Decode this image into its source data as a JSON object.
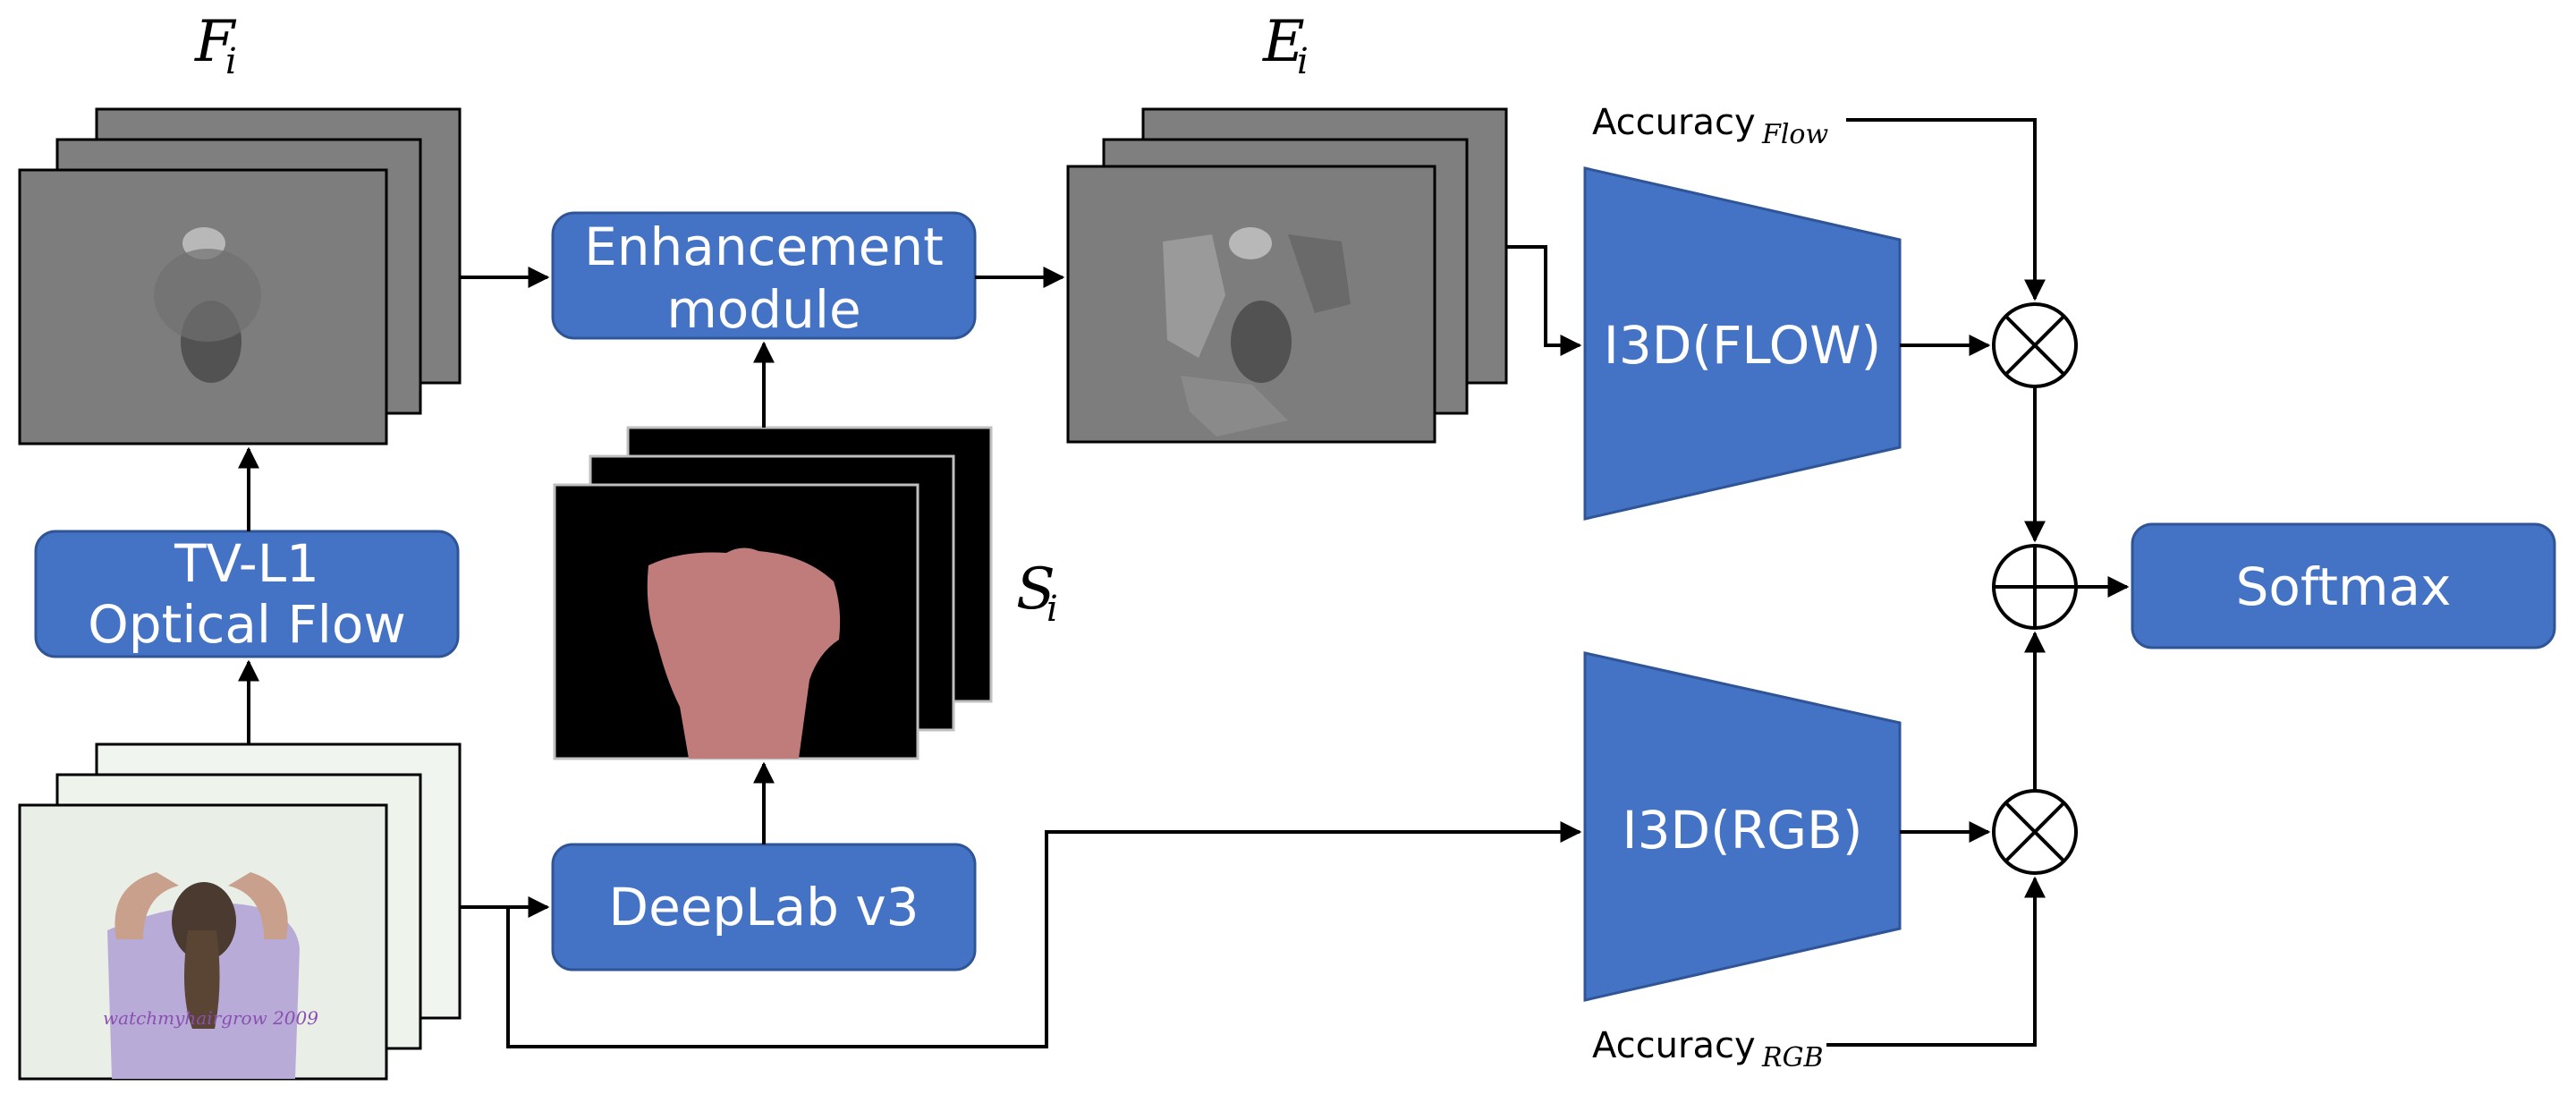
{
  "colors": {
    "box_fill": "#4472c4",
    "box_stroke": "#2f5597",
    "flow_frame": "#7f7f7f",
    "mask_color": "#c07b7b"
  },
  "labels": {
    "flow_frames": {
      "symbol": "F",
      "subscript": "i"
    },
    "enhanced_frames": {
      "symbol": "E",
      "subscript": "i"
    },
    "segmentation_frames": {
      "symbol": "S",
      "subscript": "i"
    }
  },
  "boxes": {
    "enhancement": {
      "line1": "Enhancement",
      "line2": "module"
    },
    "tvl1": {
      "line1": "TV-L1",
      "line2": "Optical Flow"
    },
    "deeplab": {
      "label": "DeepLab v3"
    },
    "softmax": {
      "label": "Softmax"
    },
    "i3d_flow": {
      "label": "I3D(FLOW)"
    },
    "i3d_rgb": {
      "label": "I3D(RGB)"
    }
  },
  "accuracy": {
    "flow": {
      "label": "Accuracy",
      "subscript": "Flow"
    },
    "rgb": {
      "label": "Accuracy",
      "subscript": "RGB"
    }
  },
  "watermark": "watchmyhairgrow 2009"
}
